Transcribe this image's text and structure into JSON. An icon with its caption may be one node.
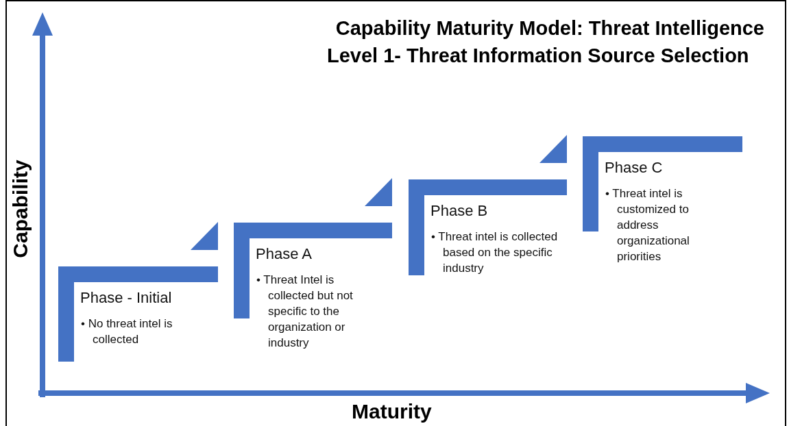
{
  "diagram": {
    "title": "Capability Maturity Model: Threat Intelligence",
    "nodes": [
      {
        "text": [
          "Phase - Initial",
          "• No threat intel is collected"
        ]
      },
      {
        "text": [
          "Phase A",
          "• Threat Intel is collected but not specific to the organization or industry"
        ]
      },
      {
        "text": [
          "Phase B",
          "• Threat intel is collected based on the specific industry"
        ]
      },
      {
        "text": [
          "Phase C",
          "• Threat intel is customized to address organizational priorities"
        ]
      }
    ],
    "edges": [],
    "labels": [
      "Level 1- Threat Information Source Selection",
      "Capability",
      "Maturity"
    ]
  }
}
